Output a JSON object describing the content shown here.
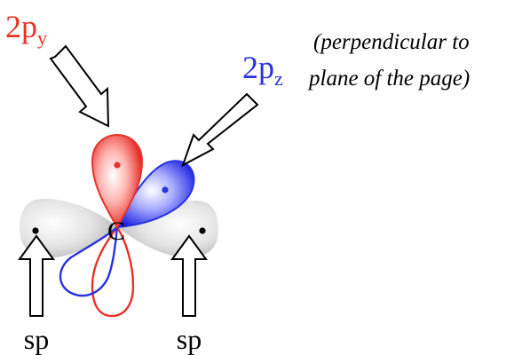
{
  "labels": {
    "py_main": "2p",
    "py_sub": "y",
    "pz_main": "2p",
    "pz_sub": "z",
    "note_line1": "(perpendicular to",
    "note_line2": "plane of the page)",
    "sp_left": "sp",
    "sp_right": "sp",
    "carbon": "C"
  },
  "colors": {
    "py": "#e8322a",
    "pz": "#2a33e0",
    "sp_lobe": "#c8c8c8",
    "text": "#000000"
  }
}
